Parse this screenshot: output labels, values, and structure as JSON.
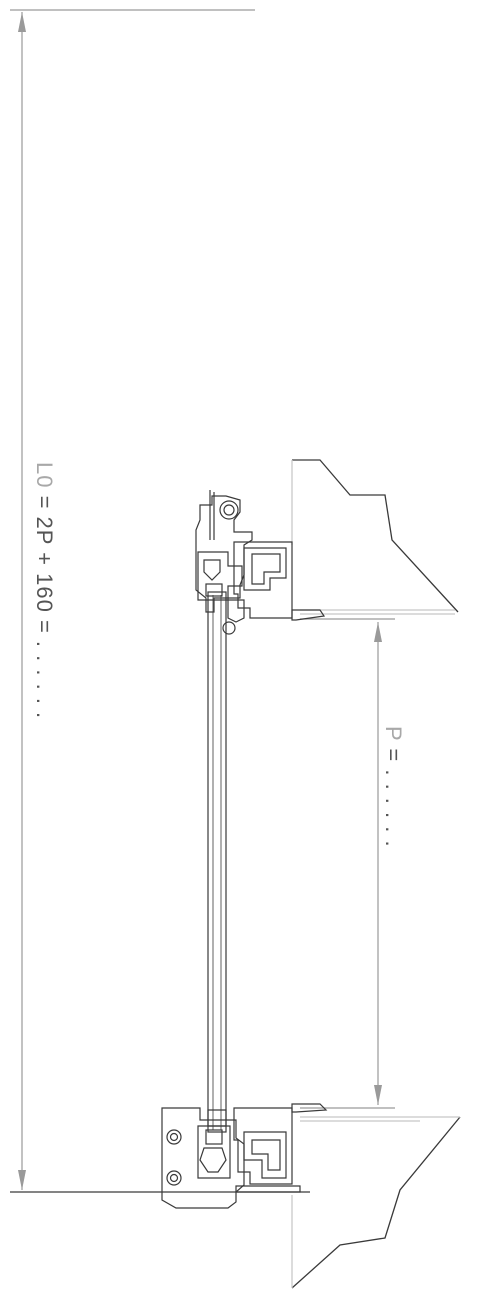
{
  "labels": {
    "lo_name": "L0",
    "lo_formula": " = 2P + 160 = . . . . . .",
    "p_name": "P",
    "p_formula": " = . . . . . ."
  },
  "colors": {
    "line": "#3a3a3a",
    "dimension": "#9a9a9a",
    "light": "#c8c8c8"
  }
}
